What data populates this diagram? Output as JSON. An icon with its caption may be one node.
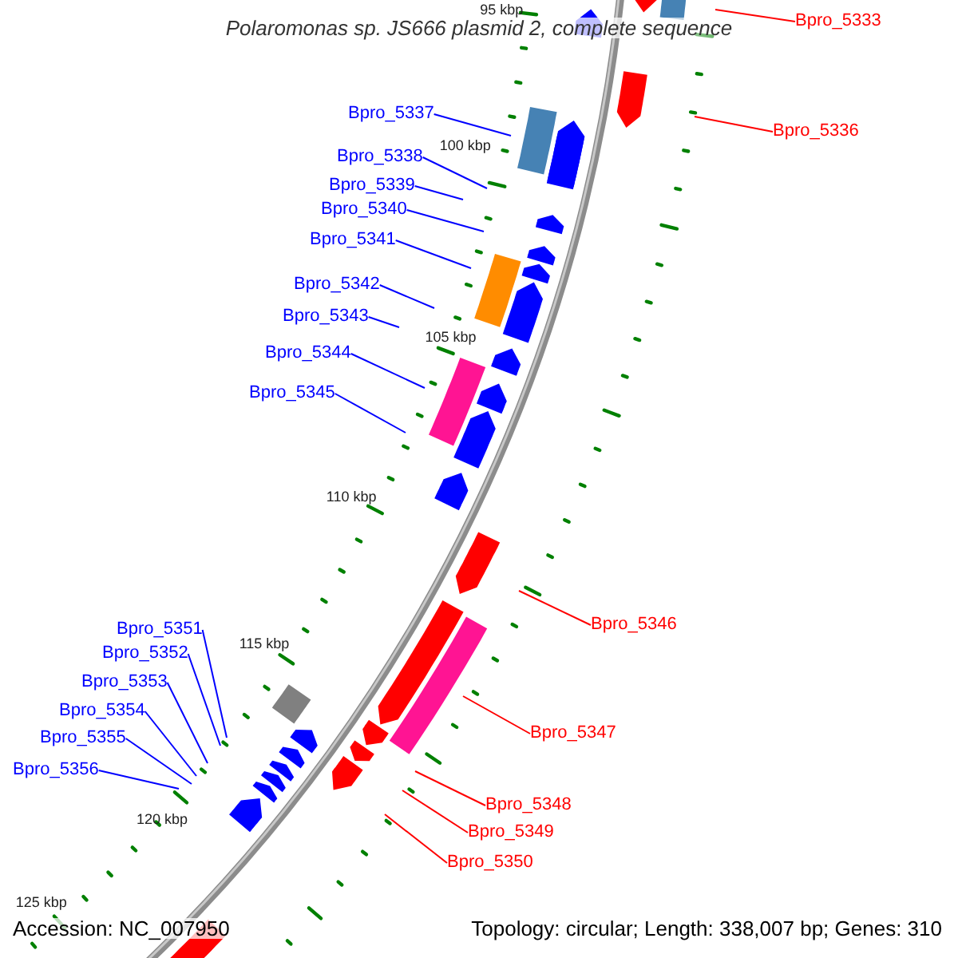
{
  "diagram": {
    "title": "Polaromonas sp. JS666 plasmid 2, complete sequence",
    "nodes": [
      {
        "text": [
          "Bpro_5333"
        ]
      },
      {
        "text": [
          "Bpro_5336"
        ]
      },
      {
        "text": [
          "Bpro_5337"
        ]
      },
      {
        "text": [
          "Bpro_5338"
        ]
      },
      {
        "text": [
          "Bpro_5339"
        ]
      },
      {
        "text": [
          "Bpro_5340"
        ]
      },
      {
        "text": [
          "Bpro_5341"
        ]
      },
      {
        "text": [
          "Bpro_5342"
        ]
      },
      {
        "text": [
          "Bpro_5343"
        ]
      },
      {
        "text": [
          "Bpro_5344"
        ]
      },
      {
        "text": [
          "Bpro_5345"
        ]
      },
      {
        "text": [
          "Bpro_5346"
        ]
      },
      {
        "text": [
          "Bpro_5347"
        ]
      },
      {
        "text": [
          "Bpro_5348"
        ]
      },
      {
        "text": [
          "Bpro_5349"
        ]
      },
      {
        "text": [
          "Bpro_5350"
        ]
      },
      {
        "text": [
          "Bpro_5351"
        ]
      },
      {
        "text": [
          "Bpro_5352"
        ]
      },
      {
        "text": [
          "Bpro_5353"
        ]
      },
      {
        "text": [
          "Bpro_5354"
        ]
      },
      {
        "text": [
          "Bpro_5355"
        ]
      },
      {
        "text": [
          "Bpro_5356"
        ]
      }
    ],
    "edges": [
      {
        "from": 0,
        "to": null,
        "arrow": "none",
        "color": "#ff0000"
      },
      {
        "from": 1,
        "to": null,
        "arrow": "none",
        "color": "#ff0000"
      },
      {
        "from": 2,
        "to": null,
        "arrow": "none"
      },
      {
        "from": 3,
        "to": null,
        "arrow": "none"
      },
      {
        "from": 4,
        "to": null,
        "arrow": "none"
      },
      {
        "from": 5,
        "to": null,
        "arrow": "none"
      },
      {
        "from": 6,
        "to": null,
        "arrow": "none"
      },
      {
        "from": 7,
        "to": null,
        "arrow": "none"
      },
      {
        "from": 8,
        "to": null,
        "arrow": "none"
      },
      {
        "from": 9,
        "to": null,
        "arrow": "none"
      },
      {
        "from": 10,
        "to": null,
        "arrow": "none"
      },
      {
        "from": 11,
        "to": null,
        "arrow": "none",
        "color": "#ff0000"
      },
      {
        "from": 12,
        "to": null,
        "arrow": "none",
        "color": "#ff0000"
      },
      {
        "from": 13,
        "to": null,
        "arrow": "none",
        "color": "#ff0000"
      },
      {
        "from": 14,
        "to": null,
        "arrow": "none",
        "color": "#ff0000"
      },
      {
        "from": 15,
        "to": null,
        "arrow": "none",
        "color": "#ff0000"
      },
      {
        "from": 16,
        "to": null,
        "arrow": "none"
      },
      {
        "from": 17,
        "to": null,
        "arrow": "none"
      },
      {
        "from": 18,
        "to": null,
        "arrow": "none"
      },
      {
        "from": 19,
        "to": null,
        "arrow": "none"
      },
      {
        "from": 20,
        "to": null,
        "arrow": "none"
      },
      {
        "from": 21,
        "to": null,
        "arrow": "none"
      }
    ],
    "labels": [
      "95 kbp",
      "100 kbp",
      "105 kbp",
      "110 kbp",
      "115 kbp",
      "120 kbp",
      "125 kbp",
      "Accession: NC_007950",
      "Topology: circular; Length: 338,007 bp; Genes: 310"
    ]
  }
}
